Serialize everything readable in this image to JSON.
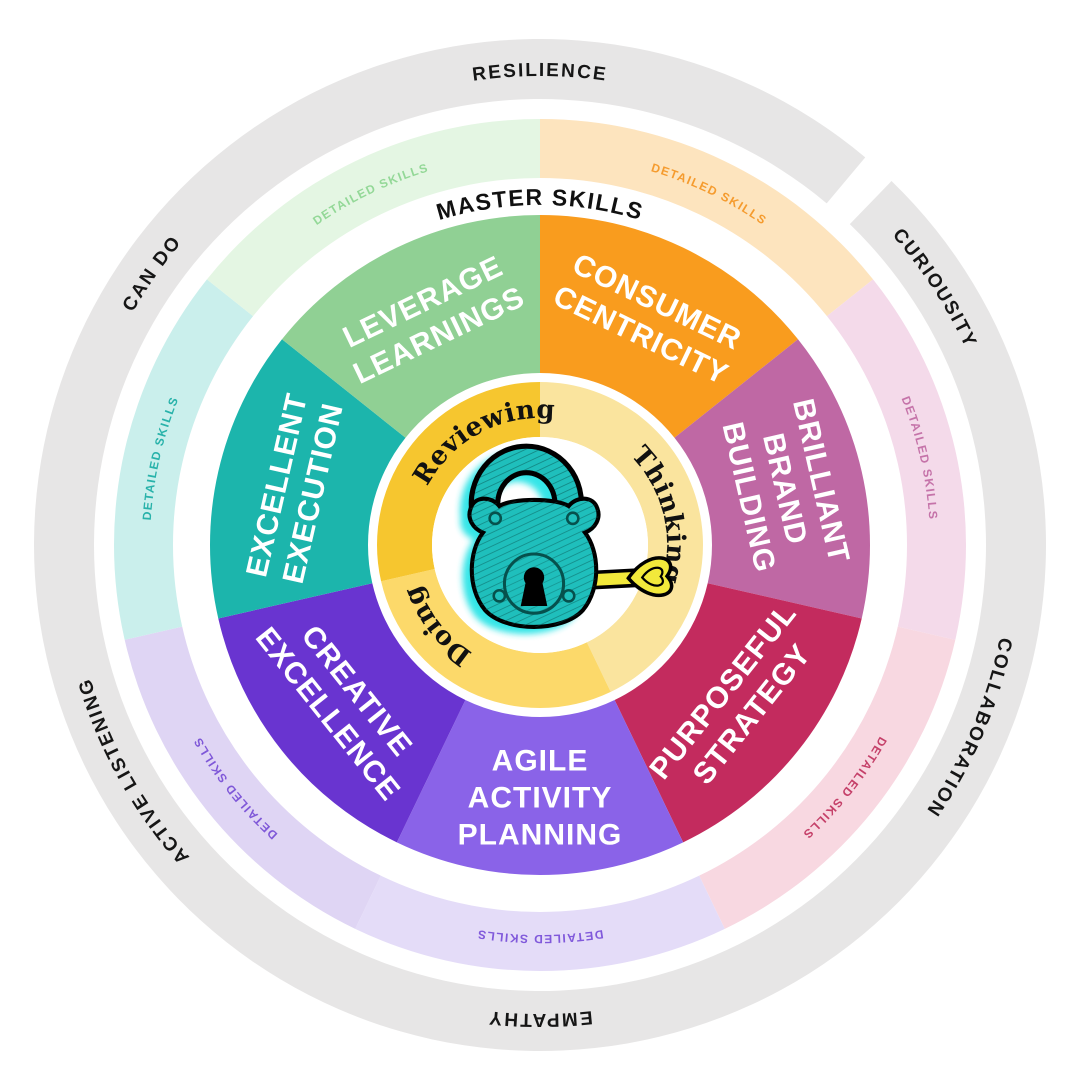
{
  "figure": {
    "background": "#FFFFFF",
    "center_icon": "padlock-with-key",
    "master_ring_label": "MASTER SKILLS",
    "detailed_ring_label": "DETAILED SKILLS",
    "outer_ring": {
      "color": "#E7E6E6",
      "text_color": "#161616",
      "gap_angles": [
        40,
        44
      ],
      "labels": [
        {
          "text": "RESILIENCE",
          "angle": 0
        },
        {
          "text": "CURIOUSITY",
          "angle": 57
        },
        {
          "text": "COLLABORATION",
          "angle": 113
        },
        {
          "text": "EMPATHY",
          "angle": 180
        },
        {
          "text": "ACTIVE LISTENING",
          "angle": 241
        },
        {
          "text": "CAN DO",
          "angle": 305
        }
      ]
    },
    "wheel": {
      "segments": [
        {
          "label": "CONSUMER CENTRICITY",
          "lines": [
            "CONSUMER",
            "CENTRICITY"
          ],
          "color": "#F99C1E",
          "tint": "#FDE4BE",
          "tint_text": "#F59B2E",
          "start": 0,
          "end": 51.43
        },
        {
          "label": "BRILLIANT BRAND BUILDING",
          "lines": [
            "BRILLIANT",
            "BRAND",
            "BUILDING"
          ],
          "color": "#BF68A4",
          "tint": "#F4DAEA",
          "tint_text": "#C573A9",
          "start": 51.43,
          "end": 102.86
        },
        {
          "label": "PURPOSEFUL STRATEGY",
          "lines": [
            "PURPOSEFUL",
            "STRATEGY"
          ],
          "color": "#C32B5E",
          "tint": "#F8D8E1",
          "tint_text": "#C54069",
          "start": 102.86,
          "end": 154.29
        },
        {
          "label": "AGILE ACTIVITY PLANNING",
          "lines": [
            "AGILE",
            "ACTIVITY",
            "PLANNING"
          ],
          "color": "#8A63E8",
          "tint": "#E4DCF8",
          "tint_text": "#8059DB",
          "start": 154.29,
          "end": 205.71
        },
        {
          "label": "CREATIVE EXCELLENCE",
          "lines": [
            "CREATIVE",
            "EXCELLENCE"
          ],
          "color": "#6934D0",
          "tint": "#DFD5F4",
          "tint_text": "#7F58D8",
          "start": 205.71,
          "end": 257.14
        },
        {
          "label": "EXCELLENT EXECUTION",
          "lines": [
            "EXCELLENT",
            "EXECUTION"
          ],
          "color": "#1CB5AC",
          "tint": "#CAEFEC",
          "tint_text": "#28B2AA",
          "start": 257.14,
          "end": 308.57
        },
        {
          "label": "LEVERAGE LEARNINGS",
          "lines": [
            "LEVERAGE",
            "LEARNINGS"
          ],
          "color": "#90D094",
          "tint": "#E4F6E3",
          "tint_text": "#93D897",
          "start": 308.57,
          "end": 360
        }
      ]
    },
    "inner_ring": {
      "text_color": "#111111",
      "segments": [
        {
          "label": "Thinking",
          "color": "#FAE49E",
          "start": 0,
          "end": 154.29,
          "label_angle": 76
        },
        {
          "label": "Doing",
          "color": "#FCD96A",
          "start": 154.29,
          "end": 257.14,
          "label_angle": 232
        },
        {
          "label": "Reviewing",
          "color": "#F6C62F",
          "start": 257.14,
          "end": 360,
          "label_angle": 332
        }
      ]
    },
    "lock": {
      "body_color": "#1FBFBC",
      "glow_color": "#2BE4E6",
      "engrave_color": "#06514D",
      "key_color": "#F2E93B",
      "outline": "#000000"
    }
  }
}
